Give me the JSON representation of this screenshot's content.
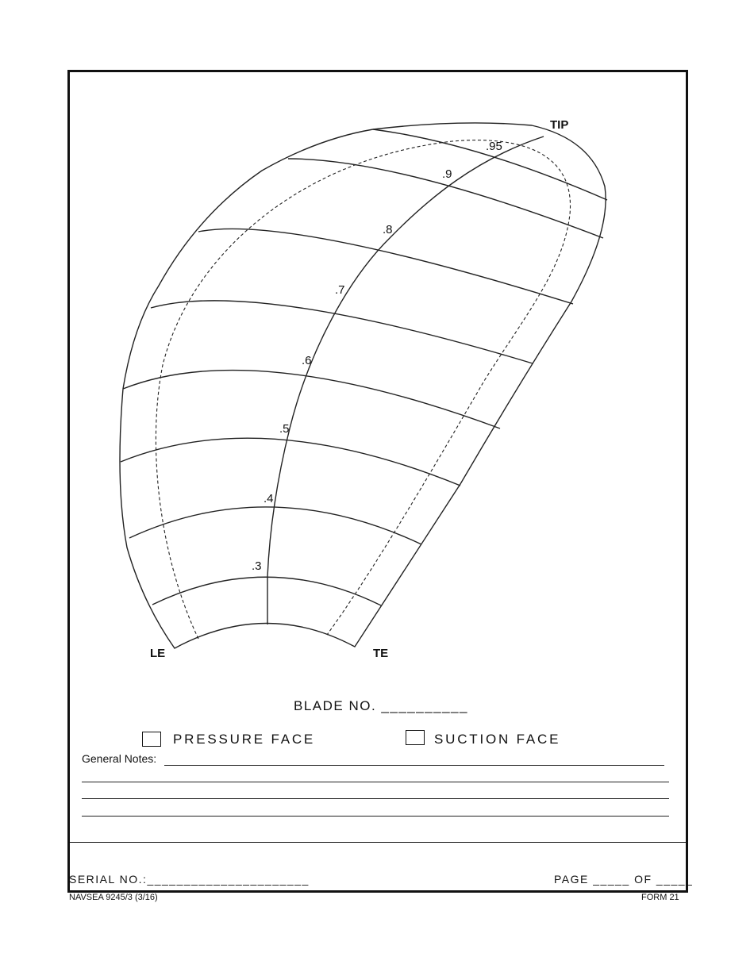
{
  "diagram": {
    "tip_label": "TIP",
    "le_label": "LE",
    "te_label": "TE",
    "radius_labels": [
      ".3",
      ".4",
      ".5",
      ".6",
      ".7",
      ".8",
      ".9",
      ".95"
    ]
  },
  "form": {
    "blade_no": "BLADE NO. __________",
    "pressure_face": "PRESSURE FACE",
    "suction_face": "SUCTION FACE",
    "pressure_face_checked": false,
    "suction_face_checked": false,
    "general_notes_label": "General Notes:",
    "serial_no": "SERIAL NO.:______________________",
    "page": "PAGE _____ OF _____"
  },
  "footer": {
    "form_number": "NAVSEA 9245/3 (3/16)",
    "form_id": "FORM 21"
  }
}
